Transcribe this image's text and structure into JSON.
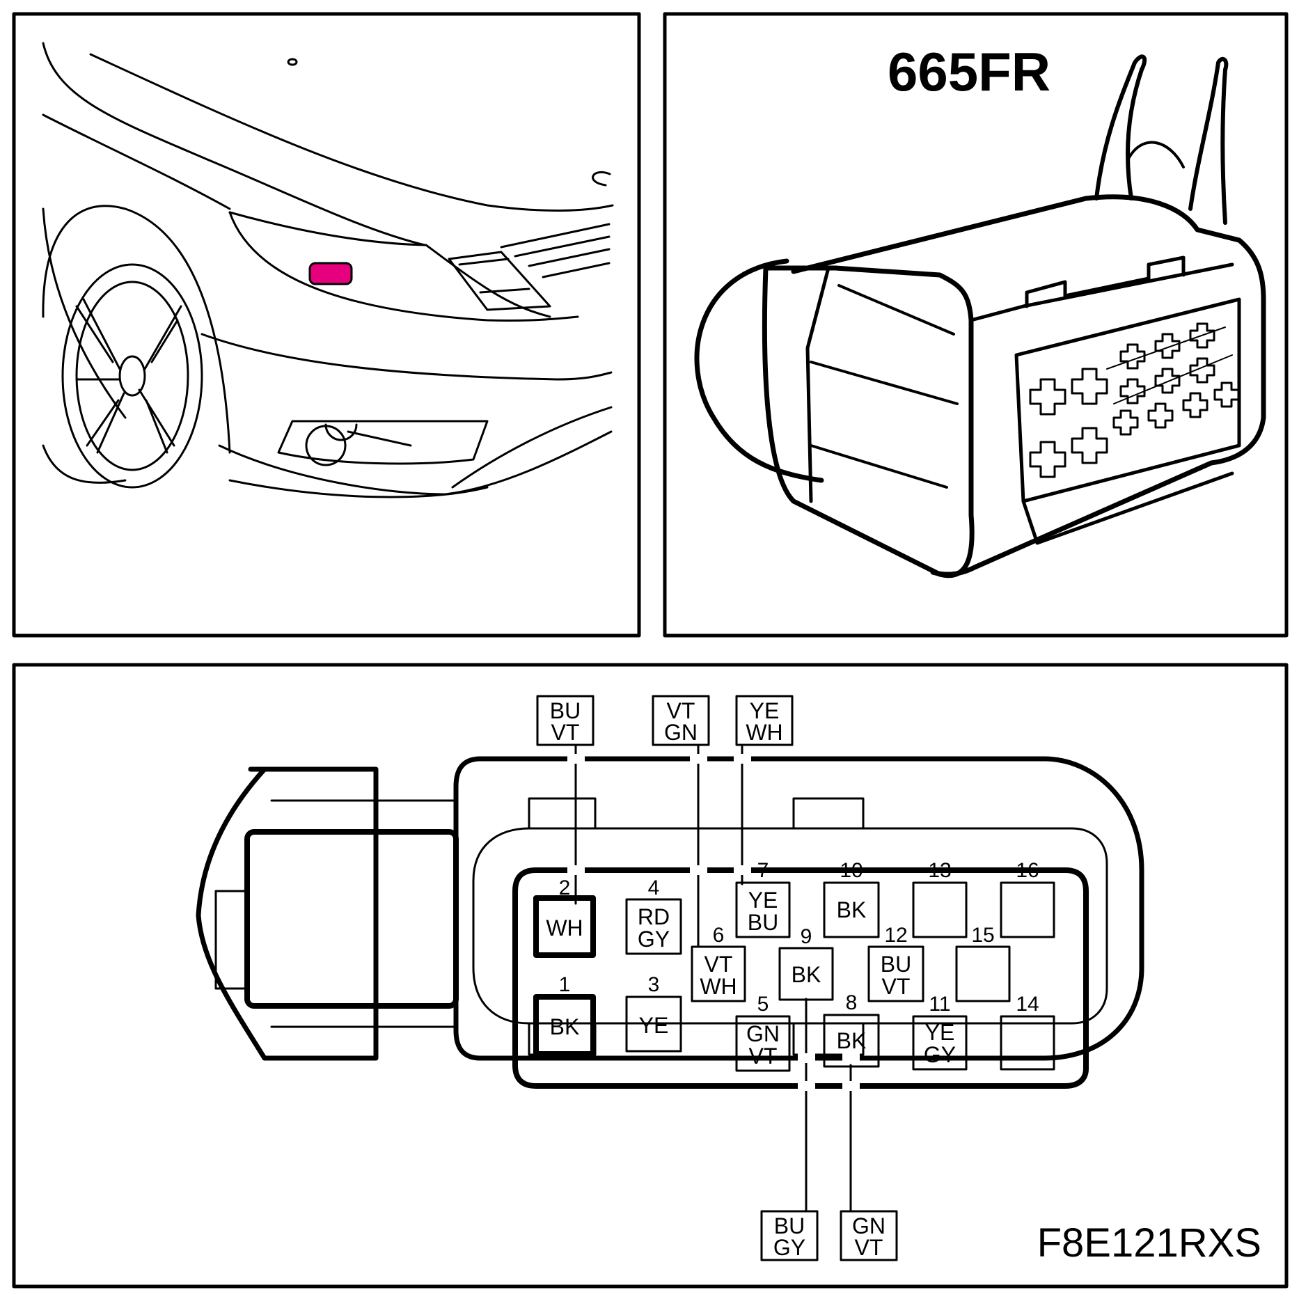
{
  "connector_id": "665FR",
  "figure_code": "F8E121RXS",
  "marker_color": "#e6007e",
  "top_leads": [
    {
      "id": "lead-pin2",
      "line1": "BU",
      "line2": "VT"
    },
    {
      "id": "lead-pin6",
      "line1": "VT",
      "line2": "GN"
    },
    {
      "id": "lead-pin7",
      "line1": "YE",
      "line2": "WH"
    }
  ],
  "bottom_leads": [
    {
      "id": "lead-pin9",
      "line1": "BU",
      "line2": "GY"
    },
    {
      "id": "lead-pin8",
      "line1": "GN",
      "line2": "VT"
    }
  ],
  "pins": [
    {
      "num": "1",
      "line1": "BK",
      "line2": ""
    },
    {
      "num": "2",
      "line1": "WH",
      "line2": ""
    },
    {
      "num": "3",
      "line1": "YE",
      "line2": ""
    },
    {
      "num": "4",
      "line1": "RD",
      "line2": "GY"
    },
    {
      "num": "5",
      "line1": "GN",
      "line2": "VT"
    },
    {
      "num": "6",
      "line1": "VT",
      "line2": "WH"
    },
    {
      "num": "7",
      "line1": "YE",
      "line2": "BU"
    },
    {
      "num": "8",
      "line1": "BK",
      "line2": ""
    },
    {
      "num": "9",
      "line1": "BK",
      "line2": ""
    },
    {
      "num": "10",
      "line1": "BK",
      "line2": ""
    },
    {
      "num": "11",
      "line1": "YE",
      "line2": "GY"
    },
    {
      "num": "12",
      "line1": "BU",
      "line2": "VT"
    },
    {
      "num": "13",
      "line1": "",
      "line2": ""
    },
    {
      "num": "14",
      "line1": "",
      "line2": ""
    },
    {
      "num": "15",
      "line1": "",
      "line2": ""
    },
    {
      "num": "16",
      "line1": "",
      "line2": ""
    }
  ]
}
